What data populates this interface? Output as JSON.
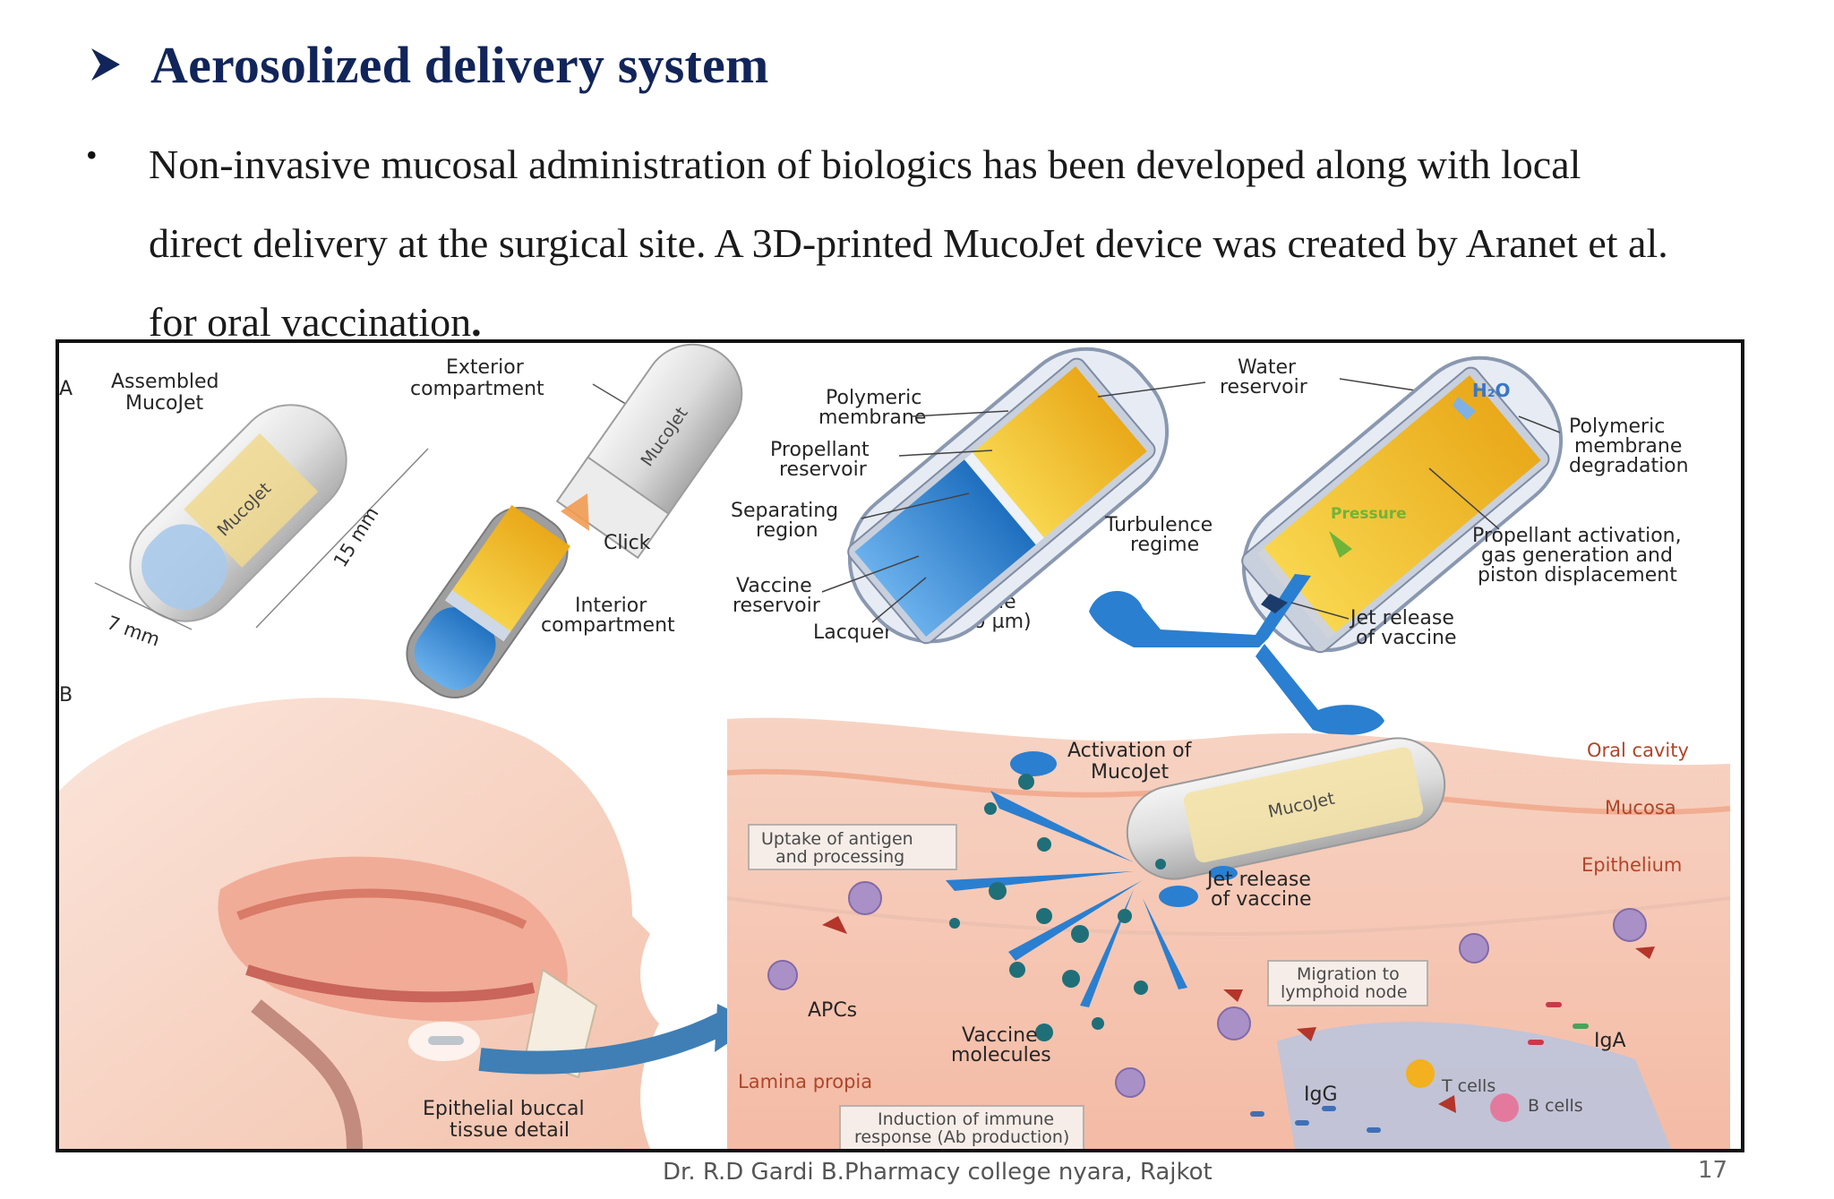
{
  "slide": {
    "title": "Aerosolized delivery system",
    "bullet": {
      "line1": "Non-invasive mucosal administration of biologics has been developed along with local",
      "line2": "direct delivery at the surgical site. A 3D-printed MucoJet device was created by Aranet et al.",
      "line3": "for oral vaccination",
      "line3_end": "."
    },
    "footer": "Dr. R.D Gardi B.Pharmacy college nyara, Rajkot",
    "page_number": "17"
  },
  "figure": {
    "panel_a": {
      "panel_letter": "A",
      "assembled_1": "Assembled",
      "assembled_2": "MucoJet",
      "dim_width": "7 mm",
      "dim_length": "15 mm",
      "brand": "MucoJet",
      "exterior_1": "Exterior",
      "exterior_2": "compartment",
      "click": "Click",
      "interior_1": "Interior",
      "interior_2": "compartment",
      "polymeric_1": "Polymeric",
      "polymeric_2": "membrane",
      "propellant_1": "Propellant",
      "propellant_2": "reservoir",
      "separating_1": "Separating",
      "separating_2": "region",
      "vaccine_res_1": "Vaccine",
      "vaccine_res_2": "reservoir",
      "lacquer": "Lacquer",
      "nozzle_1": "Nozzle",
      "nozzle_2": "(200 µm)",
      "water_1": "Water",
      "water_2": "reservoir",
      "h2o": "H₂O",
      "turbulence_1": "Turbulence",
      "turbulence_2": "regime",
      "pressure": "Pressure",
      "poly_deg_1": "Polymeric",
      "poly_deg_2": "membrane",
      "poly_deg_3": "degradation",
      "prop_act_1": "Propellant activation,",
      "prop_act_2": "gas generation and",
      "prop_act_3": "piston displacement",
      "jet_1": "Jet release",
      "jet_2": "of vaccine"
    },
    "panel_b": {
      "panel_letter": "B",
      "activation_1": "Activation of",
      "activation_2": "MucoJet",
      "brand": "MucoJet",
      "oral_cavity": "Oral cavity",
      "mucosa": "Mucosa",
      "epithelium": "Epithelium",
      "uptake_1": "Uptake of antigen",
      "uptake_2": "and processing",
      "jet_1": "Jet release",
      "jet_2": "of vaccine",
      "migration_1": "Migration to",
      "migration_2": "lymphoid node",
      "apcs": "APCs",
      "vaccine_mol_1": "Vaccine",
      "vaccine_mol_2": "molecules",
      "iga": "IgA",
      "lamina": "Lamina propia",
      "tcells": "T cells",
      "bcells": "B cells",
      "igg": "IgG",
      "induction_1": "Induction of immune",
      "induction_2": "response (Ab production)",
      "buccal_1": "Epithelial buccal",
      "buccal_2": "tissue detail"
    }
  },
  "colors": {
    "title": "#12255a",
    "propellant_yellow": "#f6c52a",
    "vaccine_blue": "#2a7fd0",
    "tissue_pink": "#f6cbbb",
    "label_red": "#b0452a"
  }
}
